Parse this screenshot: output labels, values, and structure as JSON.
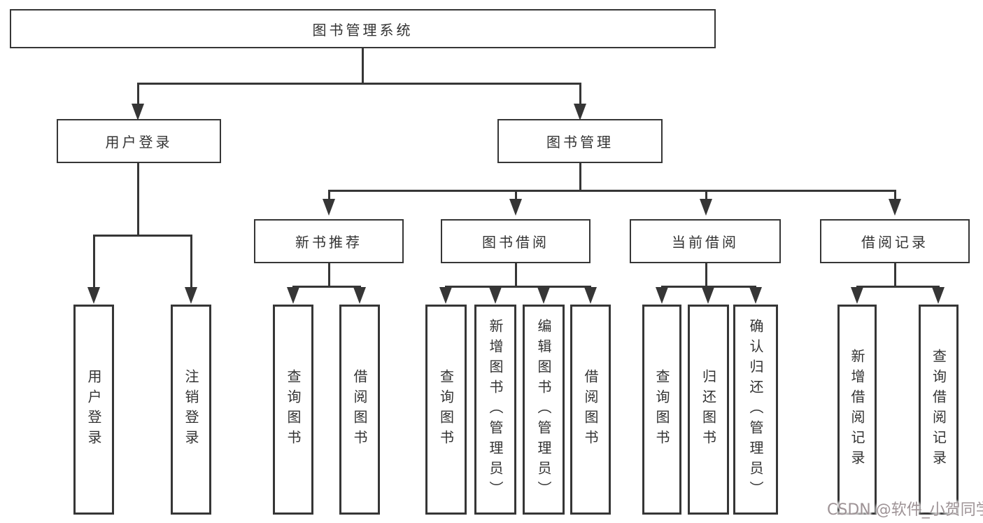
{
  "colors": {
    "line": "#363636",
    "text": "#333333",
    "background": "#ffffff",
    "watermark": "#9e9396"
  },
  "watermark": {
    "text": "CSDN @软件_小贺同学"
  },
  "tree": {
    "label": "图书管理系统",
    "children": [
      {
        "label": "用户登录",
        "children": [
          {
            "label": "用户登录"
          },
          {
            "label": "注销登录"
          }
        ]
      },
      {
        "label": "图书管理",
        "children": [
          {
            "label": "新书推荐",
            "children": [
              {
                "label": "查询图书"
              },
              {
                "label": "借阅图书"
              }
            ]
          },
          {
            "label": "图书借阅",
            "children": [
              {
                "label": "查询图书"
              },
              {
                "label": "新增图书（管理员）"
              },
              {
                "label": "编辑图书（管理员）"
              },
              {
                "label": "借阅图书"
              }
            ]
          },
          {
            "label": "当前借阅",
            "children": [
              {
                "label": "查询图书"
              },
              {
                "label": "归还图书"
              },
              {
                "label": "确认归还（管理员）"
              }
            ]
          },
          {
            "label": "借阅记录",
            "children": [
              {
                "label": "新增借阅记录"
              },
              {
                "label": "查询借阅记录"
              }
            ]
          }
        ]
      }
    ]
  }
}
